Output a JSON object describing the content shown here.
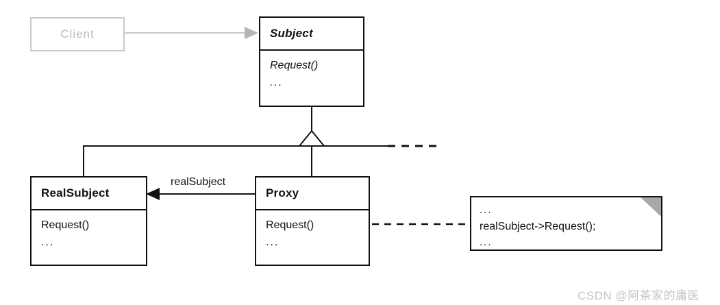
{
  "diagram": {
    "title": "Proxy design pattern structure",
    "colors": {
      "stroke": "#111111",
      "ghost_stroke": "#c9c9c9",
      "ghost_text": "#bdbdbd",
      "note_fold": "#a8a8a8",
      "background": "#ffffff",
      "watermark": "#c4c4c4"
    }
  },
  "classes": {
    "client": {
      "name": "Client",
      "operations": []
    },
    "subject": {
      "name": "Subject",
      "operations": [
        "Request()",
        "..."
      ]
    },
    "real_subject": {
      "name": "RealSubject",
      "operations": [
        "Request()",
        "..."
      ]
    },
    "proxy": {
      "name": "Proxy",
      "operations": [
        "Request()",
        "..."
      ]
    }
  },
  "note": {
    "lines": [
      "...",
      "realSubject->Request();",
      "..."
    ]
  },
  "labels": {
    "association_role": "realSubject"
  },
  "watermark": {
    "text": "CSDN @阿茶家的庸医"
  }
}
